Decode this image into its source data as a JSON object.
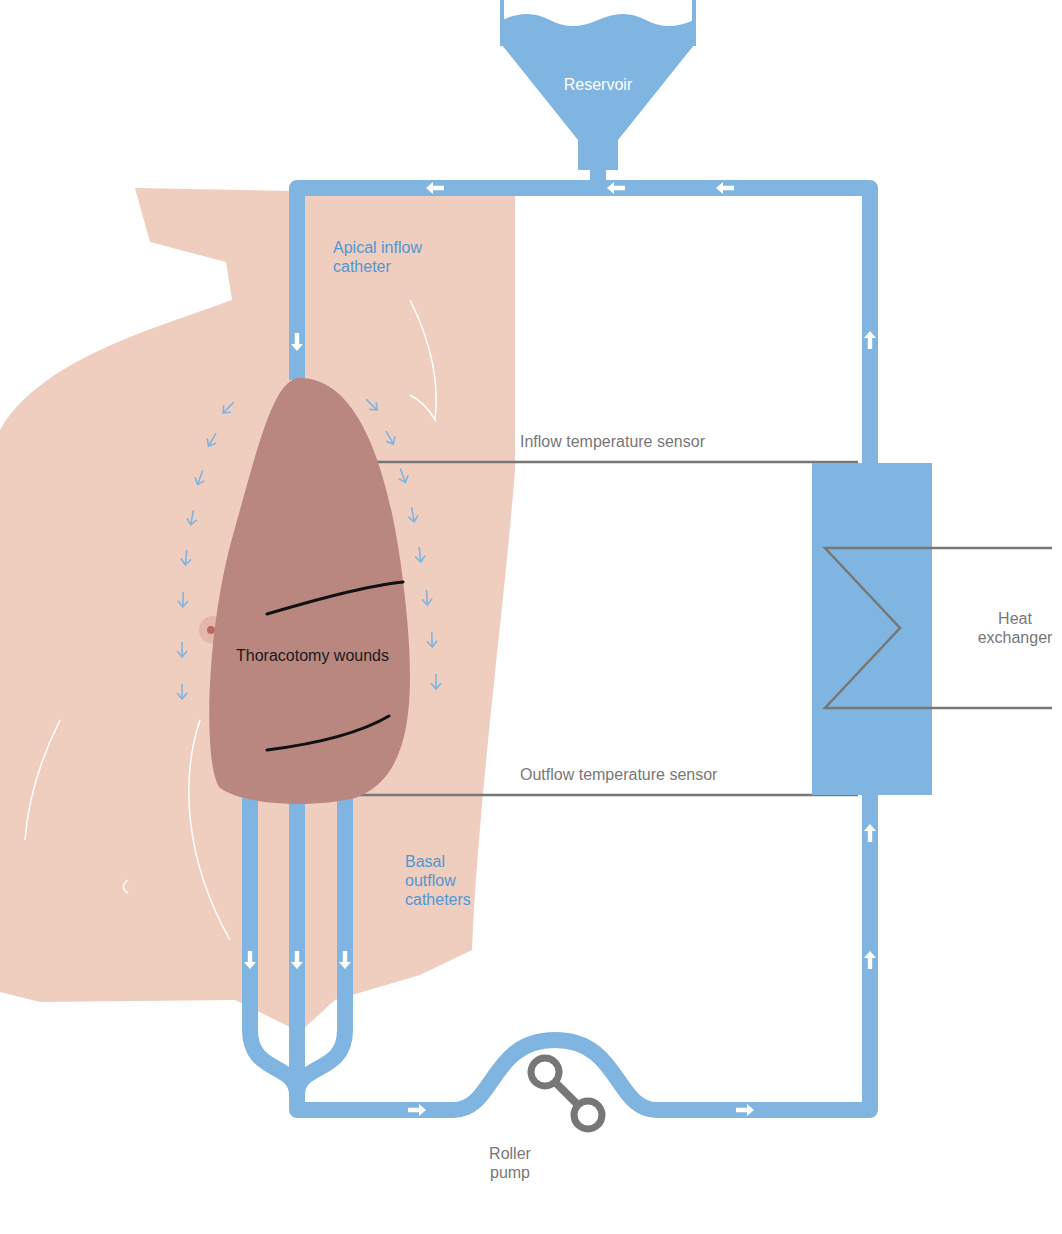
{
  "diagram": {
    "nodes": [
      {
        "text": [
          "Reservoir"
        ]
      },
      {
        "text": [
          "Thoracotomy wounds"
        ]
      },
      {
        "text": [
          "Heat exchanger"
        ]
      },
      {
        "text": [
          "Roller pump"
        ]
      }
    ],
    "edges": [
      {
        "from": 2,
        "to": 0,
        "arrow": "to"
      },
      {
        "from": 0,
        "to": 1,
        "arrow": "to"
      },
      {
        "from": 1,
        "to": 3,
        "arrow": "to"
      },
      {
        "from": 3,
        "to": 2,
        "arrow": "to"
      }
    ],
    "labels": [
      "Apical inflow catheter",
      "Inflow temperature sensor",
      "Outflow temperature sensor",
      "Basal outflow catheters"
    ]
  }
}
